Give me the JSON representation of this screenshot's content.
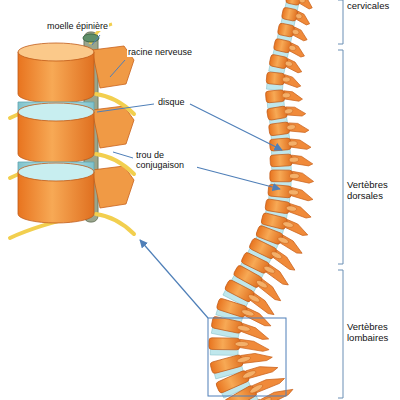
{
  "diagram": {
    "labels": [
      "moelle épinière",
      "racine nerveuse",
      "disque",
      "trou de conjugaison",
      "cervicales",
      "Vertèbres dorsales",
      "Vertèbres lombaires"
    ]
  }
}
